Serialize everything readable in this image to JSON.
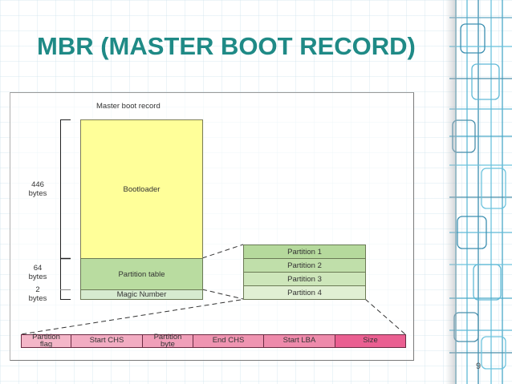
{
  "slide": {
    "title": "MBR (MASTER BOOT RECORD)",
    "page_number": "9",
    "title_color": "#1f8a86"
  },
  "diagram": {
    "caption": "Master boot record",
    "mbr_layout": [
      {
        "name": "Bootloader",
        "size_value": "446",
        "size_unit": "bytes",
        "color": "#ffff99"
      },
      {
        "name": "Partition table",
        "size_value": "64",
        "size_unit": "bytes",
        "color": "#b9dca0"
      },
      {
        "name": "Magic Number",
        "size_value": "2",
        "size_unit": "bytes",
        "color": "#d6ebd0"
      }
    ],
    "partitions": [
      {
        "label": "Partition 1",
        "color": "#b5d99c"
      },
      {
        "label": "Partition 2",
        "color": "#c0dfaa"
      },
      {
        "label": "Partition 3",
        "color": "#cde6ba"
      },
      {
        "label": "Partition 4",
        "color": "#e0efd3"
      }
    ],
    "partition_entry": [
      {
        "label": "Partition\nflag",
        "line1": "Partition",
        "line2": "flag",
        "color": "#f4b6c8"
      },
      {
        "label": "Start CHS",
        "line1": "Start CHS",
        "line2": "",
        "color": "#f2acc2"
      },
      {
        "label": "Partition\nbyte",
        "line1": "Partition",
        "line2": "byte",
        "color": "#f09fb9"
      },
      {
        "label": "End CHS",
        "line1": "End CHS",
        "line2": "",
        "color": "#ef94b1"
      },
      {
        "label": "Start LBA",
        "line1": "Start LBA",
        "line2": "",
        "color": "#ee8aab"
      },
      {
        "label": "Size",
        "line1": "Size",
        "line2": "",
        "color": "#ea5f91"
      }
    ]
  }
}
